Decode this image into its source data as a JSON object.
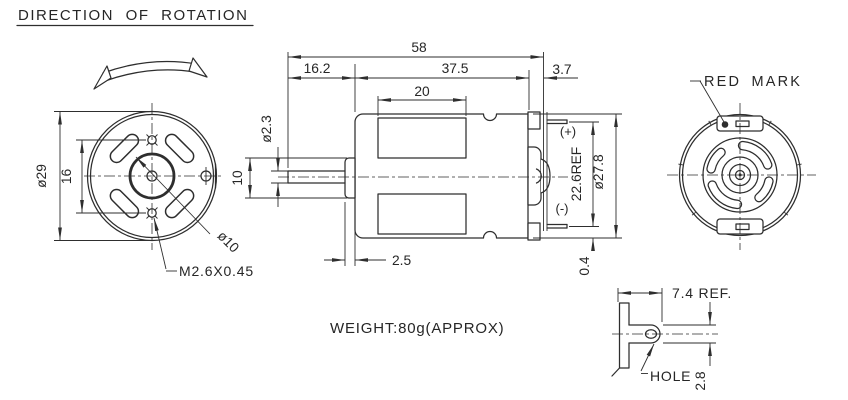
{
  "labels": {
    "title": "DIRECTION OF ROTATION",
    "weight": "WEIGHT:80g(APPROX)"
  },
  "front_view": {
    "outer_diameter": "ø29",
    "screw_hole_pitch": "16",
    "boss_diameter": "ø10",
    "thread_spec": "M2.6X0.45"
  },
  "side_view": {
    "overall_length": "58",
    "shaft_length": "16.2",
    "body_length": "37.5",
    "rear_length": "3.7",
    "label_width": "20",
    "shaft_diameter": "ø2.3",
    "boss_diameter": "10",
    "boss_protrusion": "2.5",
    "terminal_pitch": "22.6REF",
    "body_diameter": "ø27.8",
    "terminal_offset": "0.4",
    "terminal_positive": "(+)",
    "terminal_negative": "(-)"
  },
  "rear_view": {
    "red_mark_label": "RED MARK"
  },
  "terminal_detail": {
    "tab_length": "7.4 REF.",
    "tab_thickness": "2.8",
    "hole_label": "HOLE"
  },
  "colors": {
    "line": "#2e2e2e",
    "background": "#ffffff"
  }
}
